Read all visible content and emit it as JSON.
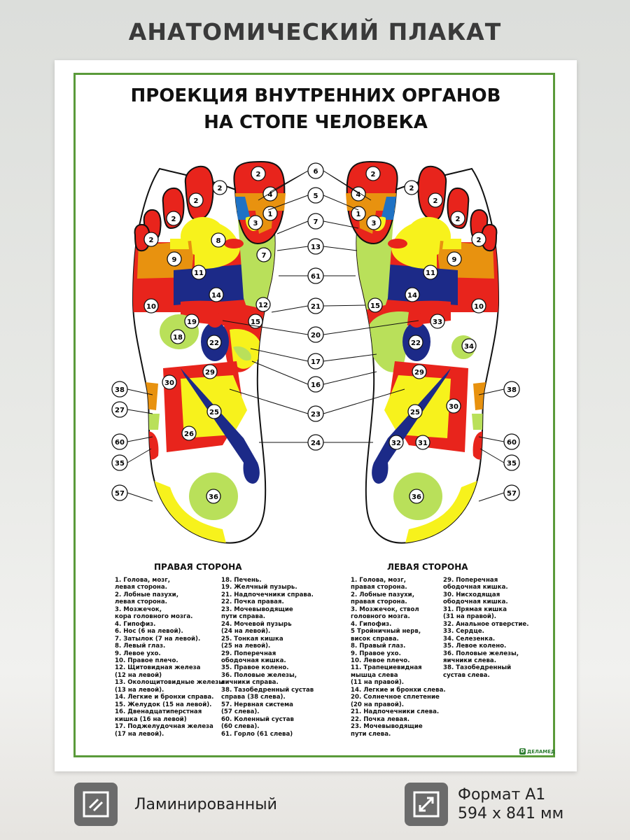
{
  "header": {
    "title": "АНАТОМИЧЕСКИЙ ПЛАКАТ"
  },
  "poster": {
    "title_line1": "ПРОЕКЦИЯ ВНУТРЕННИХ ОРГАНОВ",
    "title_line2": "НА СТОПЕ ЧЕЛОВЕКА",
    "brand": "ДЕЛАМЕД",
    "center_labels": [
      "6",
      "5",
      "7",
      "13",
      "61",
      "21",
      "20",
      "17",
      "16",
      "23",
      "24"
    ],
    "right_side_labels": [
      "38",
      "27",
      "60",
      "35",
      "57"
    ],
    "left_side_labels": [
      "38",
      "60",
      "35",
      "57"
    ],
    "right_foot_zones": [
      "2",
      "2",
      "2",
      "2",
      "2",
      "4",
      "1",
      "3",
      "8",
      "7",
      "9",
      "11",
      "14",
      "12",
      "10",
      "19",
      "15",
      "18",
      "22",
      "29",
      "30",
      "25",
      "26",
      "36"
    ],
    "left_foot_zones": [
      "2",
      "2",
      "2",
      "2",
      "2",
      "4",
      "1",
      "3",
      "9",
      "11",
      "14",
      "15",
      "10",
      "33",
      "34",
      "22",
      "29",
      "25",
      "30",
      "32",
      "31",
      "36"
    ],
    "right": {
      "title": "ПРАВАЯ СТОРОНА",
      "col1": [
        "1. Голова, мозг,",
        "левая сторона.",
        "2. Лобные пазухи,",
        "левая сторона.",
        "3. Мозжечок,",
        " кора головного мозга.",
        "4. Гипофиз.",
        "6. Нос (6 на левой).",
        "7. Затылок (7 на левой).",
        "8. Левый глаз.",
        "9. Левое ухо.",
        "10. Правое плечо.",
        "12. Щитовидная железа",
        "(12 на левой)",
        "13. Околощитовидные железы",
        "(13 на левой).",
        "14. Легкие и бронхи справа.",
        "15. Желудок (15 на левой).",
        "16. Двенадцатиперстная",
        "кишка (16 на левой)",
        "17. Поджелудочная железа",
        "(17 на левой)."
      ],
      "col2": [
        "18. Печень.",
        "19. Желчный пузырь.",
        "21. Надпочечники справа.",
        "22. Почка правая.",
        "23. Мочевыводящие",
        "пути справа.",
        "24. Мочевой пузырь",
        "(24 на левой).",
        "25. Тонкая кишка",
        "(25 на левой).",
        "29. Поперечная",
        "ободочная кишка.",
        "35. Правое колено.",
        "36. Половые железы,",
        "яичники справа.",
        "38. Тазобедренный сустав",
        "справа (38 слева).",
        "57. Нервная система",
        " (57 слева).",
        "60. Коленный сустав",
        " (60 слева).",
        "61. Горло (61 слева)"
      ]
    },
    "left": {
      "title": "ЛЕВАЯ СТОРОНА",
      "col1": [
        "1. Голова, мозг,",
        "правая сторона.",
        "2. Лобные пазухи,",
        "правая сторона.",
        "3. Мозжечок, ствол",
        "головного мозга.",
        "4. Гипофиз.",
        "5 Тройничный нерв,",
        "висок справа.",
        "8. Правый глаз.",
        "9. Правое ухо.",
        "10. Левое плечо.",
        "11. Трапециевидная",
        "мышца слева",
        "(11 на правой).",
        "14. Легкие и бронхи слева.",
        "20. Солнечное сплетение",
        "(20 на правой).",
        "21. Надпочечники слева.",
        "22. Почка левая.",
        "23. Мочевыводящие",
        "пути слева."
      ],
      "col2": [
        "29. Поперечная",
        "ободочная кишка.",
        "30. Нисходящая",
        "ободочная кишка.",
        "31. Прямая кишка",
        "(31 на правой).",
        "32. Анальное отверстие.",
        "33. Сердце.",
        "34. Селезенка.",
        "35. Левое колено.",
        "36. Половые железы,",
        "яичники слева.",
        "38. Тазобедренный",
        "сустав слева."
      ]
    }
  },
  "features": [
    {
      "icon": "laminated-icon",
      "line1": "Ламинированный",
      "line2": ""
    },
    {
      "icon": "resize-icon",
      "line1": "Формат А1",
      "line2": "594 x 841 мм"
    }
  ],
  "colors": {
    "red": "#e8241c",
    "orange": "#e8920f",
    "yellow": "#f7f21c",
    "green": "#b9e05a",
    "navy": "#1c2a88",
    "blue": "#1f72c4",
    "frame": "#5a9a3a"
  }
}
